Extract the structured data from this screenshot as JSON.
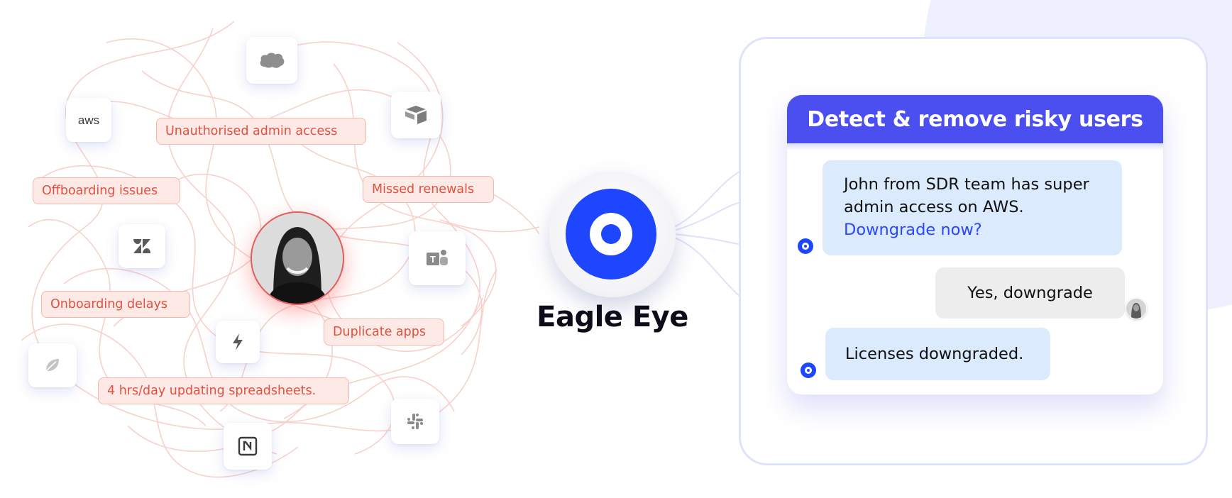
{
  "brand": {
    "name": "Eagle Eye",
    "accent": "#1f46ff"
  },
  "issues": [
    "Unauthorised admin access",
    "Offboarding issues",
    "Missed renewals",
    "Onboarding delays",
    "Duplicate apps",
    "4 hrs/day updating spreadsheets."
  ],
  "apps": {
    "aws_label": "aws",
    "icons": [
      "salesforce-icon",
      "aws-icon",
      "airtable-icon",
      "zendesk-icon",
      "teams-icon",
      "zapier-icon",
      "sendgrid-icon",
      "slack-icon",
      "notion-icon"
    ]
  },
  "chat": {
    "header": "Detect & remove risky users",
    "bot_message_1": "John from SDR team has super admin access on AWS.",
    "bot_message_1_link": "Downgrade now?",
    "user_reply": "Yes, downgrade",
    "bot_message_2": "Licenses downgraded.",
    "header_color": "#4b4ff0",
    "bot_bubble_color": "#dbeafc",
    "user_bubble_color": "#ededed"
  },
  "colors": {
    "issue_text": "#e0523f",
    "issue_bg": "#fde9e6",
    "issue_border": "#f4b8ad"
  }
}
